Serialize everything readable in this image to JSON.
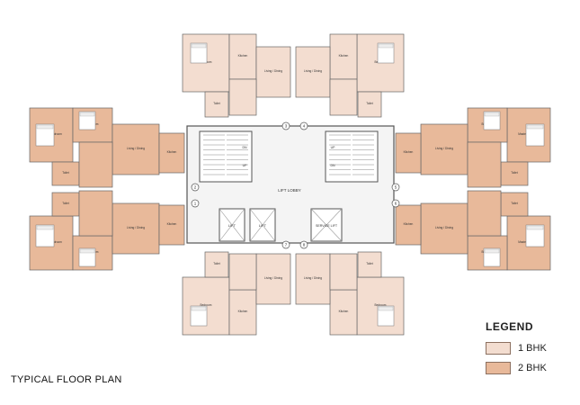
{
  "title": "TYPICAL FLOOR PLAN",
  "legend": {
    "title": "LEGEND",
    "items": [
      {
        "label": "1 BHK",
        "color": "#f3ddd0"
      },
      {
        "label": "2 BHK",
        "color": "#e8b99a"
      }
    ]
  },
  "core": {
    "lift_lobby": "LIFT LOBBY",
    "lift": "LIFT",
    "service_lift": "SERVICE LIFT",
    "up": "UP",
    "dn": "DN"
  },
  "rooms": {
    "bedroom": "Bedroom",
    "master_bedroom": "Master Bedroom",
    "kitchen": "Kitchen",
    "living_dining": "Living / Dining",
    "toilet": "Toilet",
    "dry_balcony": "Dry Balc."
  },
  "grid_markers": [
    "1",
    "2",
    "3",
    "4",
    "5",
    "6",
    "7",
    "8"
  ],
  "colors": {
    "wall": "#555555",
    "core": "#f4f4f4",
    "plan_bg": "#fbf8f5"
  }
}
